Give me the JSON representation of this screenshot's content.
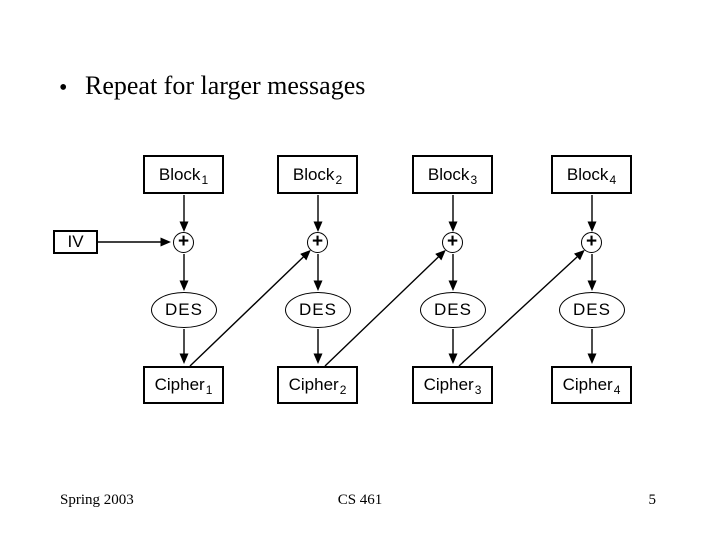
{
  "slide": {
    "bullet": "•",
    "title": "Repeat for larger messages",
    "footer": {
      "date": "Spring 2003",
      "course": "CS 461",
      "page": "5"
    }
  },
  "diagram": {
    "iv_label": "IV",
    "xor_symbol": "+",
    "des_label": "DES",
    "columns": [
      {
        "block_label": "Block",
        "block_sub": "1",
        "cipher_label": "Cipher",
        "cipher_sub": "1"
      },
      {
        "block_label": "Block",
        "block_sub": "2",
        "cipher_label": "Cipher",
        "cipher_sub": "2"
      },
      {
        "block_label": "Block",
        "block_sub": "3",
        "cipher_label": "Cipher",
        "cipher_sub": "3"
      },
      {
        "block_label": "Block",
        "block_sub": "4",
        "cipher_label": "Cipher",
        "cipher_sub": "4"
      }
    ],
    "colors": {
      "ink": "#000000",
      "background": "#ffffff"
    }
  }
}
